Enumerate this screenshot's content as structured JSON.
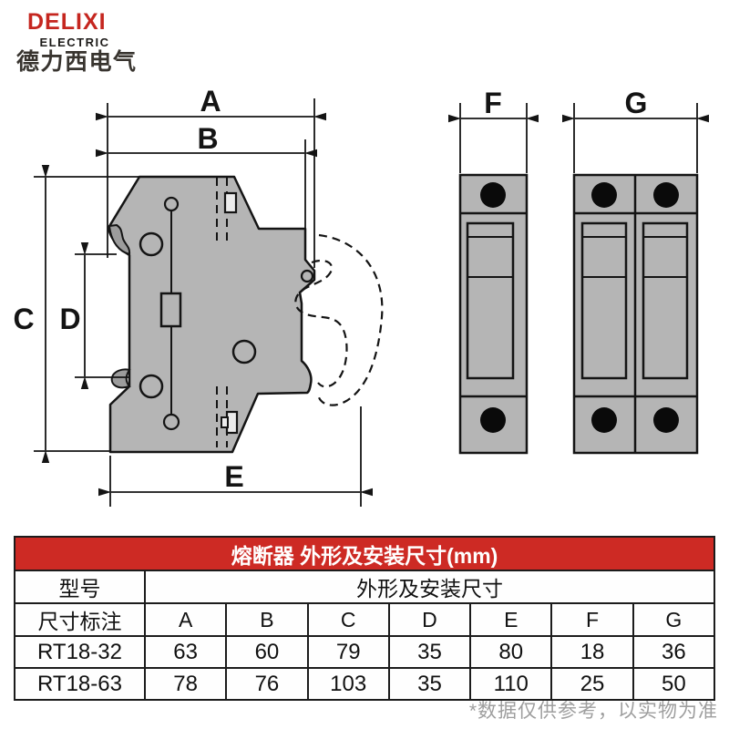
{
  "brand": {
    "name": "DELIXI",
    "sub": "ELECTRIC",
    "cn": "德力西电气"
  },
  "drawing": {
    "labels": {
      "a": "A",
      "b": "B",
      "c": "C",
      "d": "D",
      "e": "E",
      "f": "F",
      "g": "G"
    }
  },
  "table": {
    "title": "熔断器 外形及安装尺寸(mm)",
    "model_header": "型号",
    "span_header": "外形及安装尺寸",
    "dim_label": "尺寸标注",
    "dims": [
      "A",
      "B",
      "C",
      "D",
      "E",
      "F",
      "G"
    ],
    "rows": [
      {
        "model": "RT18-32",
        "values": [
          "63",
          "60",
          "79",
          "35",
          "80",
          "18",
          "36"
        ]
      },
      {
        "model": "RT18-63",
        "values": [
          "78",
          "76",
          "103",
          "35",
          "110",
          "25",
          "50"
        ]
      }
    ]
  },
  "footnote": "*数据仅供参考，以实物为准",
  "colors": {
    "accent_red": "#cd2a24",
    "body_gray": "#b5b5b5",
    "clip_gray": "#9c9c9c",
    "line": "#141414",
    "footnote_gray": "#9e9e9e"
  }
}
